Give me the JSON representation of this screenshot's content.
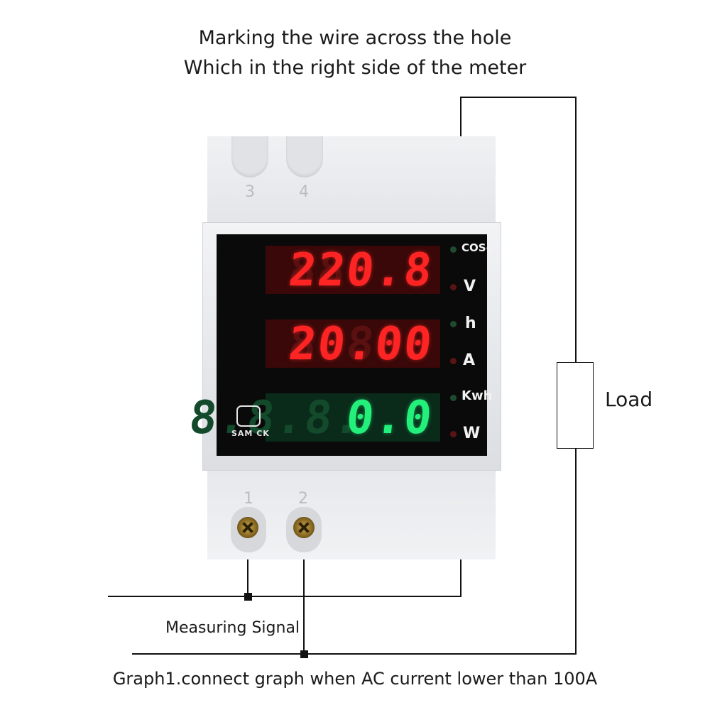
{
  "header": {
    "line1": "Marking the wire across the hole",
    "line2": "Which in the right side of the meter"
  },
  "meter": {
    "terminals_top": [
      "3",
      "4"
    ],
    "terminals_bottom": [
      "1",
      "2"
    ],
    "display": {
      "row1": {
        "ghost": "888.8",
        "value": "220.8",
        "color": "#ff2424"
      },
      "row2": {
        "ghost": "8.888",
        "value": "20.00",
        "color": "#ff2424"
      },
      "row3": {
        "ghost": "8.8.8.",
        "value": "0.0",
        "color": "#22f07a"
      }
    },
    "units": [
      "COSφ",
      "V",
      "h",
      "A",
      "Kwh",
      "W"
    ],
    "button_label": "SAM CK"
  },
  "load": {
    "label": "Load"
  },
  "signal": {
    "label": "Measuring Signal"
  },
  "footer": {
    "caption": "Graph1.connect graph when AC current lower than 100A"
  }
}
